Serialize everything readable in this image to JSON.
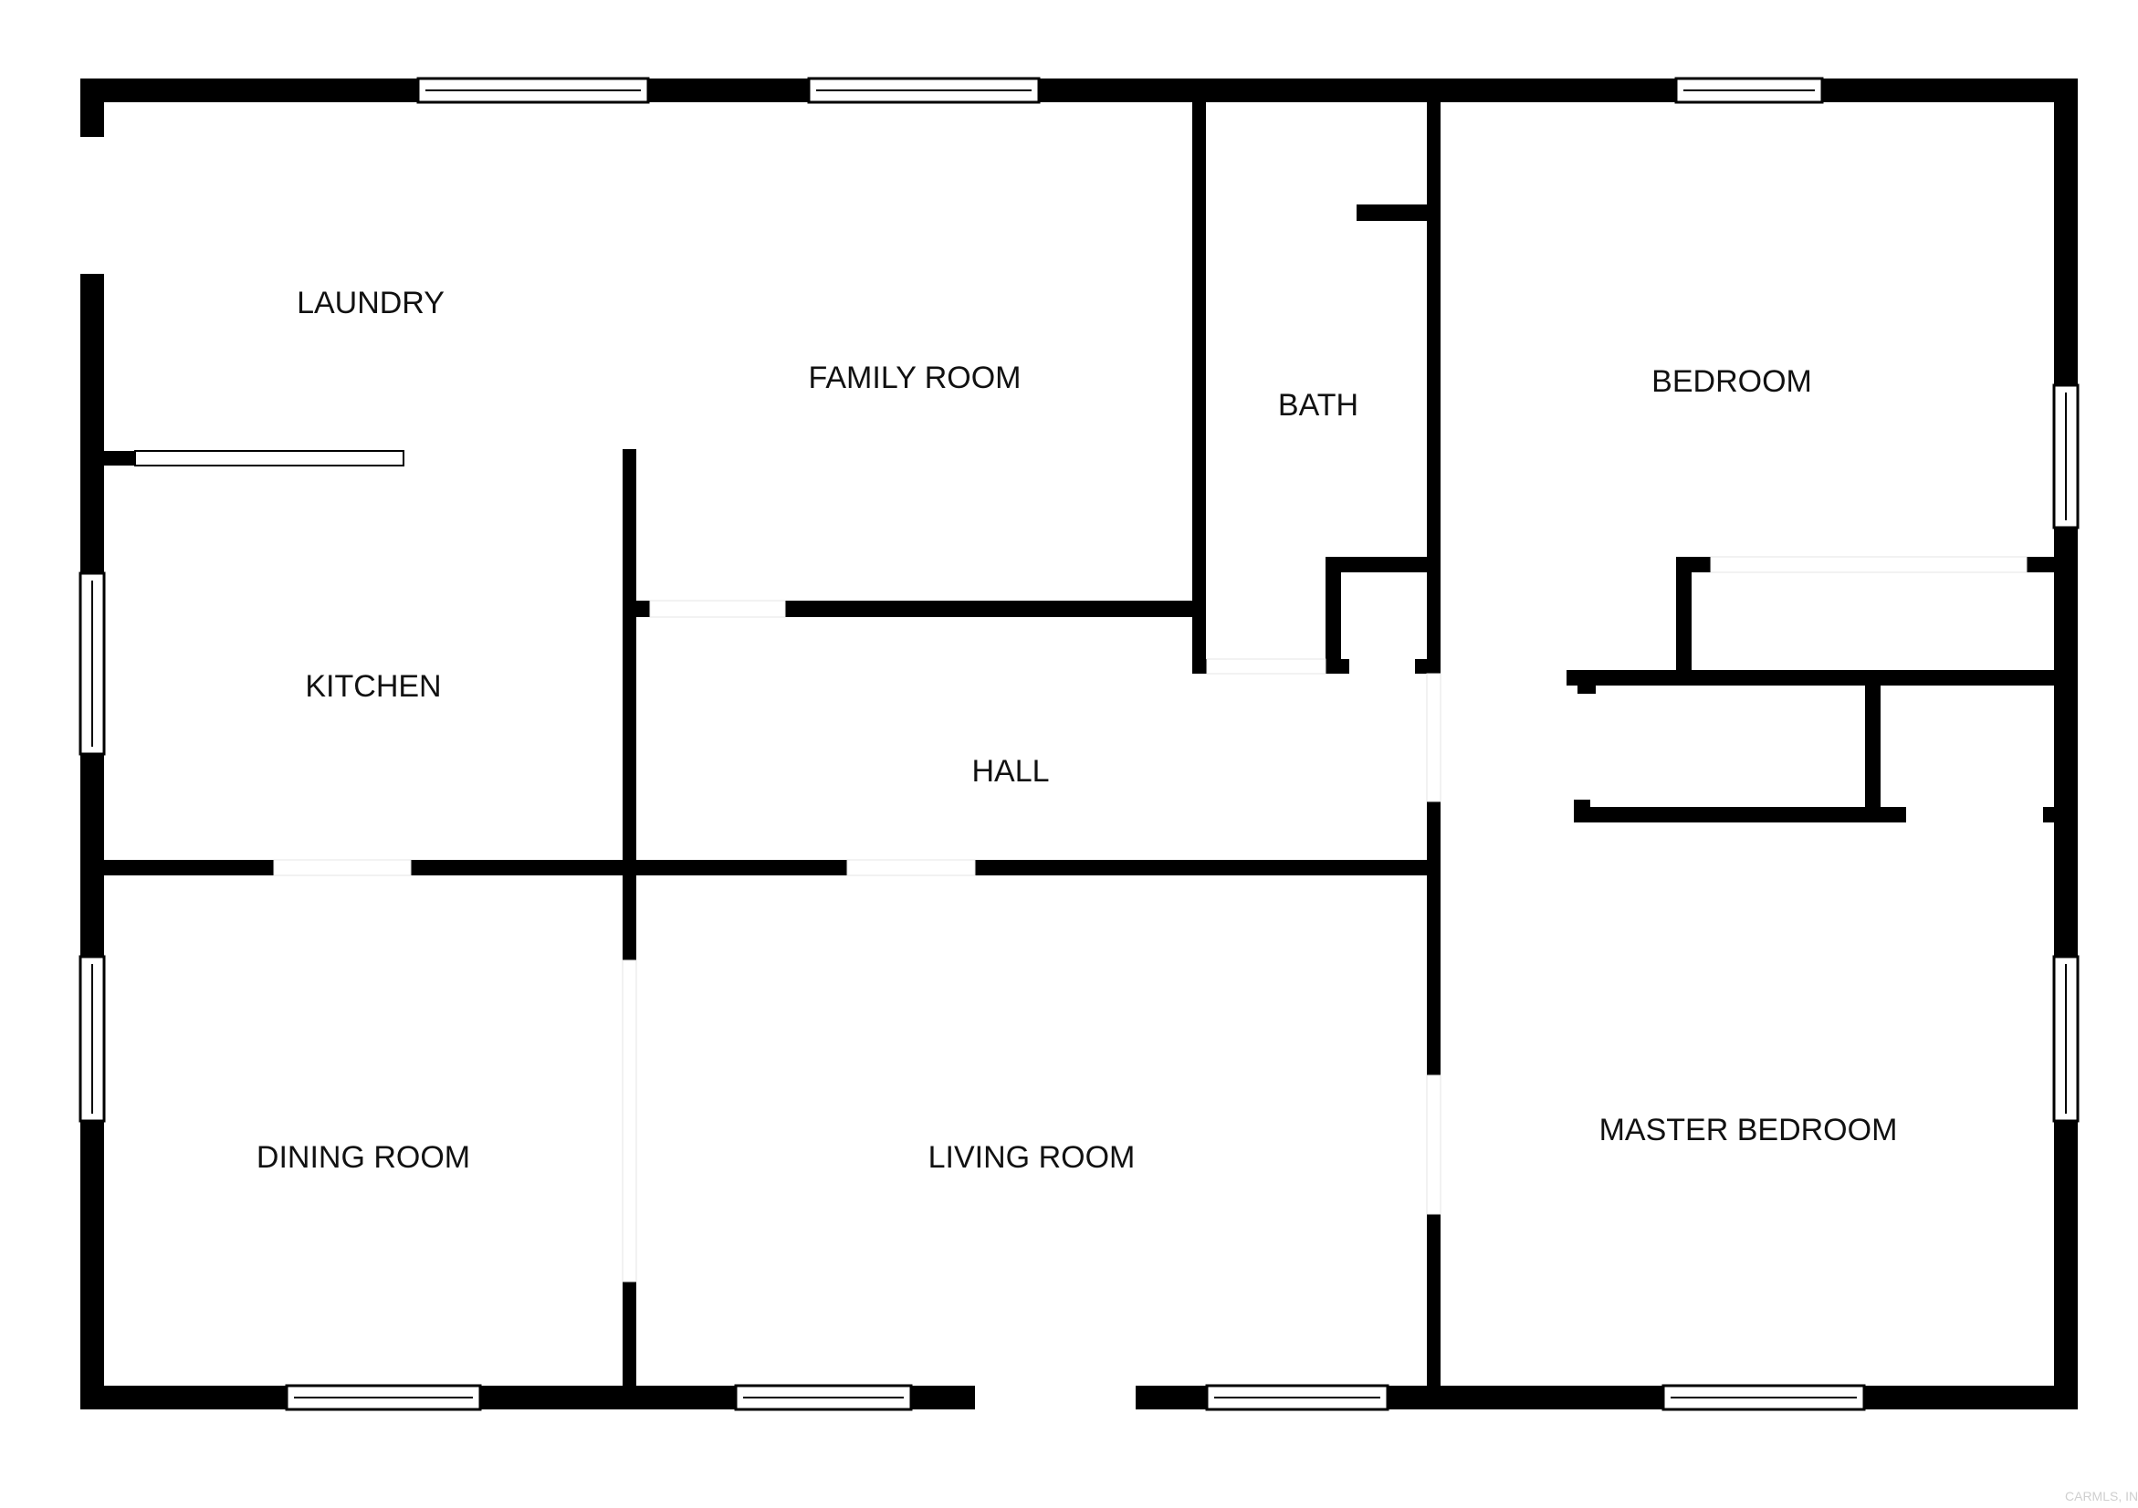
{
  "rooms": {
    "laundry": "LAUNDRY",
    "family_room": "FAMILY ROOM",
    "bath": "BATH",
    "bedroom": "BEDROOM",
    "kitchen": "KITCHEN",
    "hall": "HALL",
    "dining_room": "DINING ROOM",
    "living_room": "LIVING ROOM",
    "master_bedroom": "MASTER BEDROOM"
  },
  "watermark": "CARMLS, INC",
  "colors": {
    "wall": "#000000",
    "window": "#ffffff",
    "window_frame": "#000000",
    "background": "#ffffff"
  }
}
